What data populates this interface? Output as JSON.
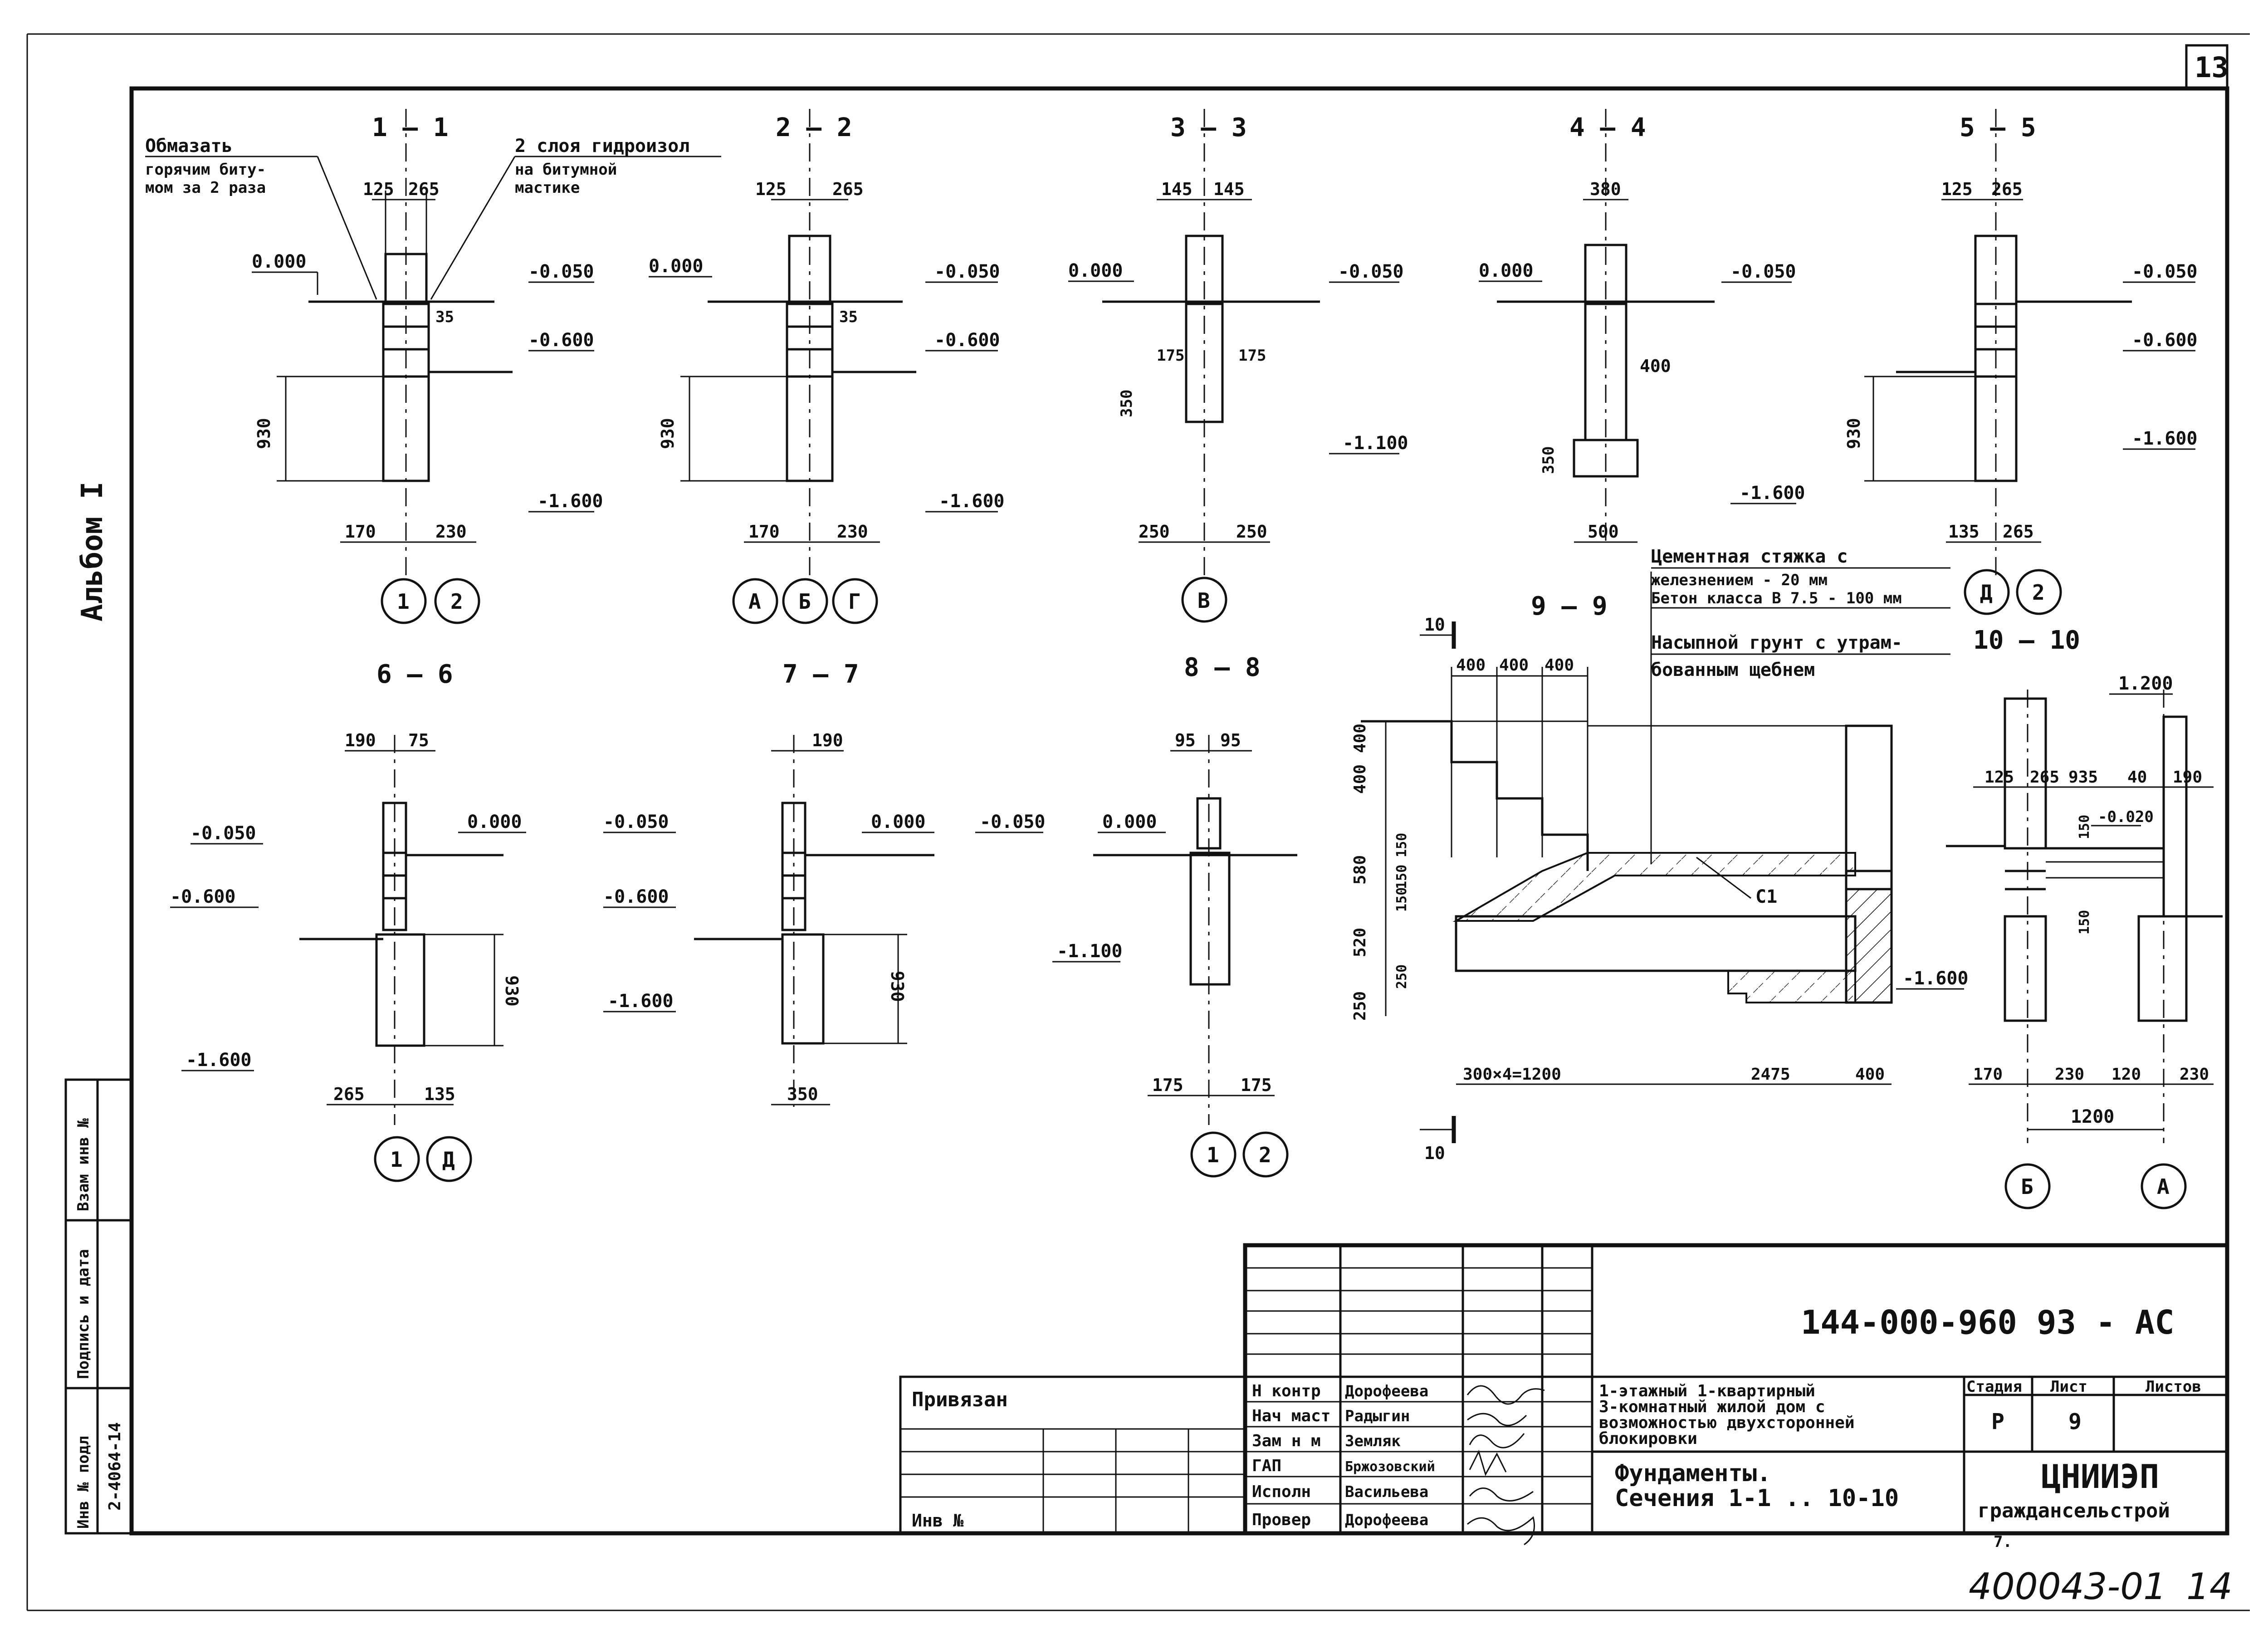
{
  "sheet": {
    "corner_number": "13",
    "album_label": "Альбом I",
    "bottom_number": "400043-01",
    "bottom_page": "14",
    "small_mark": "7."
  },
  "sections": [
    {
      "title": "1 – 1",
      "dims": [
        "125",
        "265",
        "170",
        "230",
        "930",
        "35"
      ],
      "levels": [
        "0.000",
        "-0.050",
        "-0.600",
        "-1.600"
      ],
      "axes": [
        "1",
        "2"
      ]
    },
    {
      "title": "2 – 2",
      "dims": [
        "125",
        "265",
        "170",
        "230",
        "930",
        "35"
      ],
      "levels": [
        "0.000",
        "-0.050",
        "-0.600",
        "-1.600"
      ],
      "axes": [
        "А",
        "Б",
        "Г"
      ]
    },
    {
      "title": "3 – 3",
      "dims": [
        "145",
        "145",
        "175",
        "175",
        "350",
        "250",
        "250"
      ],
      "levels": [
        "0.000",
        "-0.050",
        "-1.100"
      ],
      "axes": [
        "В"
      ]
    },
    {
      "title": "4 – 4",
      "dims": [
        "380",
        "400",
        "350",
        "500"
      ],
      "levels": [
        "0.000",
        "-0.050",
        "-1.600"
      ],
      "axes": []
    },
    {
      "title": "5 – 5",
      "dims": [
        "125",
        "265",
        "930",
        "135",
        "265"
      ],
      "levels": [
        "-0.050",
        "-0.600",
        "-1.600"
      ],
      "axes": [
        "Д",
        "2"
      ]
    },
    {
      "title": "6 – 6",
      "dims": [
        "190",
        "75",
        "930",
        "265",
        "135"
      ],
      "levels": [
        "-0.050",
        "0.000",
        "-0.600",
        "-1.600"
      ],
      "axes": [
        "1",
        "Д"
      ]
    },
    {
      "title": "7 – 7",
      "dims": [
        "190",
        "930",
        "350"
      ],
      "levels": [
        "-0.050",
        "0.000",
        "-0.600",
        "-1.600"
      ],
      "axes": []
    },
    {
      "title": "8 – 8",
      "dims": [
        "95",
        "95",
        "175",
        "175"
      ],
      "levels": [
        "-0.050",
        "0.000",
        "-1.100"
      ],
      "axes": [
        "1",
        "2"
      ]
    },
    {
      "title": "9 – 9",
      "dims": [
        "400",
        "400",
        "400",
        "400",
        "400",
        "580",
        "520",
        "250",
        "150",
        "150",
        "150",
        "250",
        "300×4=1200",
        "2475",
        "400"
      ],
      "levels": [],
      "axes": [],
      "marks": [
        "С1",
        "10",
        "10"
      ]
    },
    {
      "title": "10 – 10",
      "dims": [
        "125",
        "265",
        "935",
        "40",
        "190",
        "150",
        "150",
        "170",
        "230",
        "120",
        "230",
        "1200"
      ],
      "levels": [
        "1.200",
        "-0.020",
        "-1.600"
      ],
      "axes": [
        "Б",
        "А"
      ]
    }
  ],
  "notes": {
    "note_1a": "Обмазать",
    "note_1b": "горячим битy-",
    "note_1c": "мом за 2 раза",
    "note_2a": "2 слоя гидроизол",
    "note_2b": "на битумной",
    "note_2c": "мастике",
    "screed_1": "Цементная стяжка с",
    "screed_2": "железнением - 20 мм",
    "screed_3": "Бетон класса В 7.5 - 100 мм",
    "fill_1": "Насыпной грунт с утрам-",
    "fill_2": "бованным щебнем"
  },
  "title_block": {
    "doc_code": "144-000-960 93   - АС",
    "privyazan": "Привязан",
    "inv_no": "Инв №",
    "roles": [
      "Н контр",
      "Нач маст",
      "Зам н м",
      "ГАП",
      "Исполн",
      "Провер"
    ],
    "names": [
      "Дорофеева",
      "Радыгин",
      "Земляк",
      "Бржозовский",
      "Васильева",
      "Дорофеева"
    ],
    "project_title_1": "1-этажный 1-квартирный",
    "project_title_2": "3-комнатный жилой дом с",
    "project_title_3": "возможностью двухсторонней",
    "project_title_4": "блокировки",
    "stage_header": "Стадия",
    "sheet_header": "Лист",
    "sheets_header": "Листов",
    "stage_value": "Р",
    "sheet_value": "9",
    "sheet_title_1": "Фундаменты.",
    "sheet_title_2": "Сечения 1-1 .. 10-10",
    "org_1": "ЦНИИЭП",
    "org_2": "граждансельстрой"
  },
  "side_stamp": {
    "col_1": "Инв № подл",
    "col_2": "Подпись и дата",
    "col_3": "Взам инв №",
    "inv_value": "2-4064-14"
  }
}
